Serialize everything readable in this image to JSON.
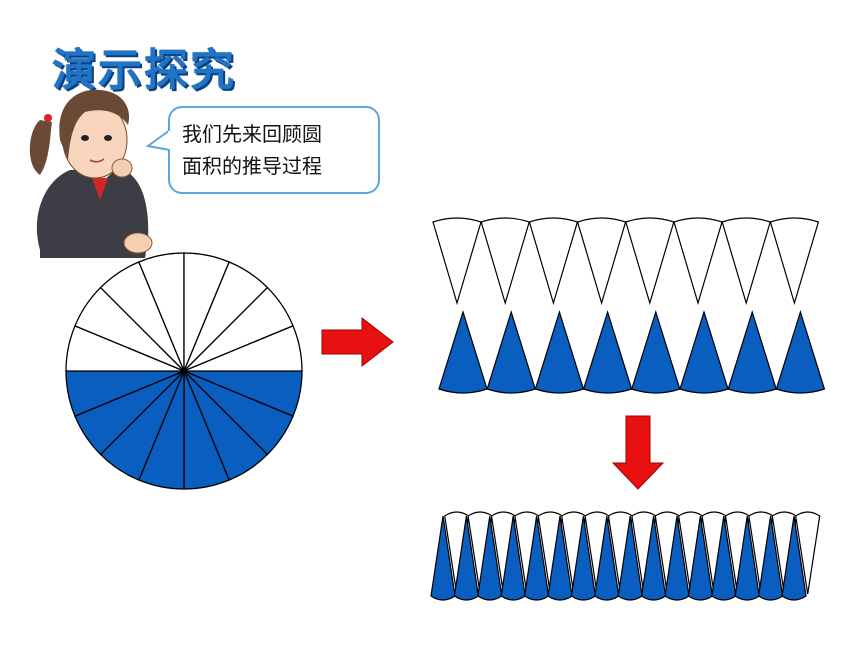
{
  "slide": {
    "title": "演示探究",
    "bubble": {
      "line1": "我们先来回顾圆",
      "line2": "面积的推导过程"
    }
  },
  "illustration": {
    "circle_sectors": 16,
    "top_row_sectors": 8,
    "bottom_row_sectors": 8,
    "strip_sectors": 16,
    "colors": {
      "title": "#1f74c8",
      "fill": "#0a5ec0",
      "arrow": "#e81010",
      "bubble_border": "#5aa7e0"
    }
  }
}
